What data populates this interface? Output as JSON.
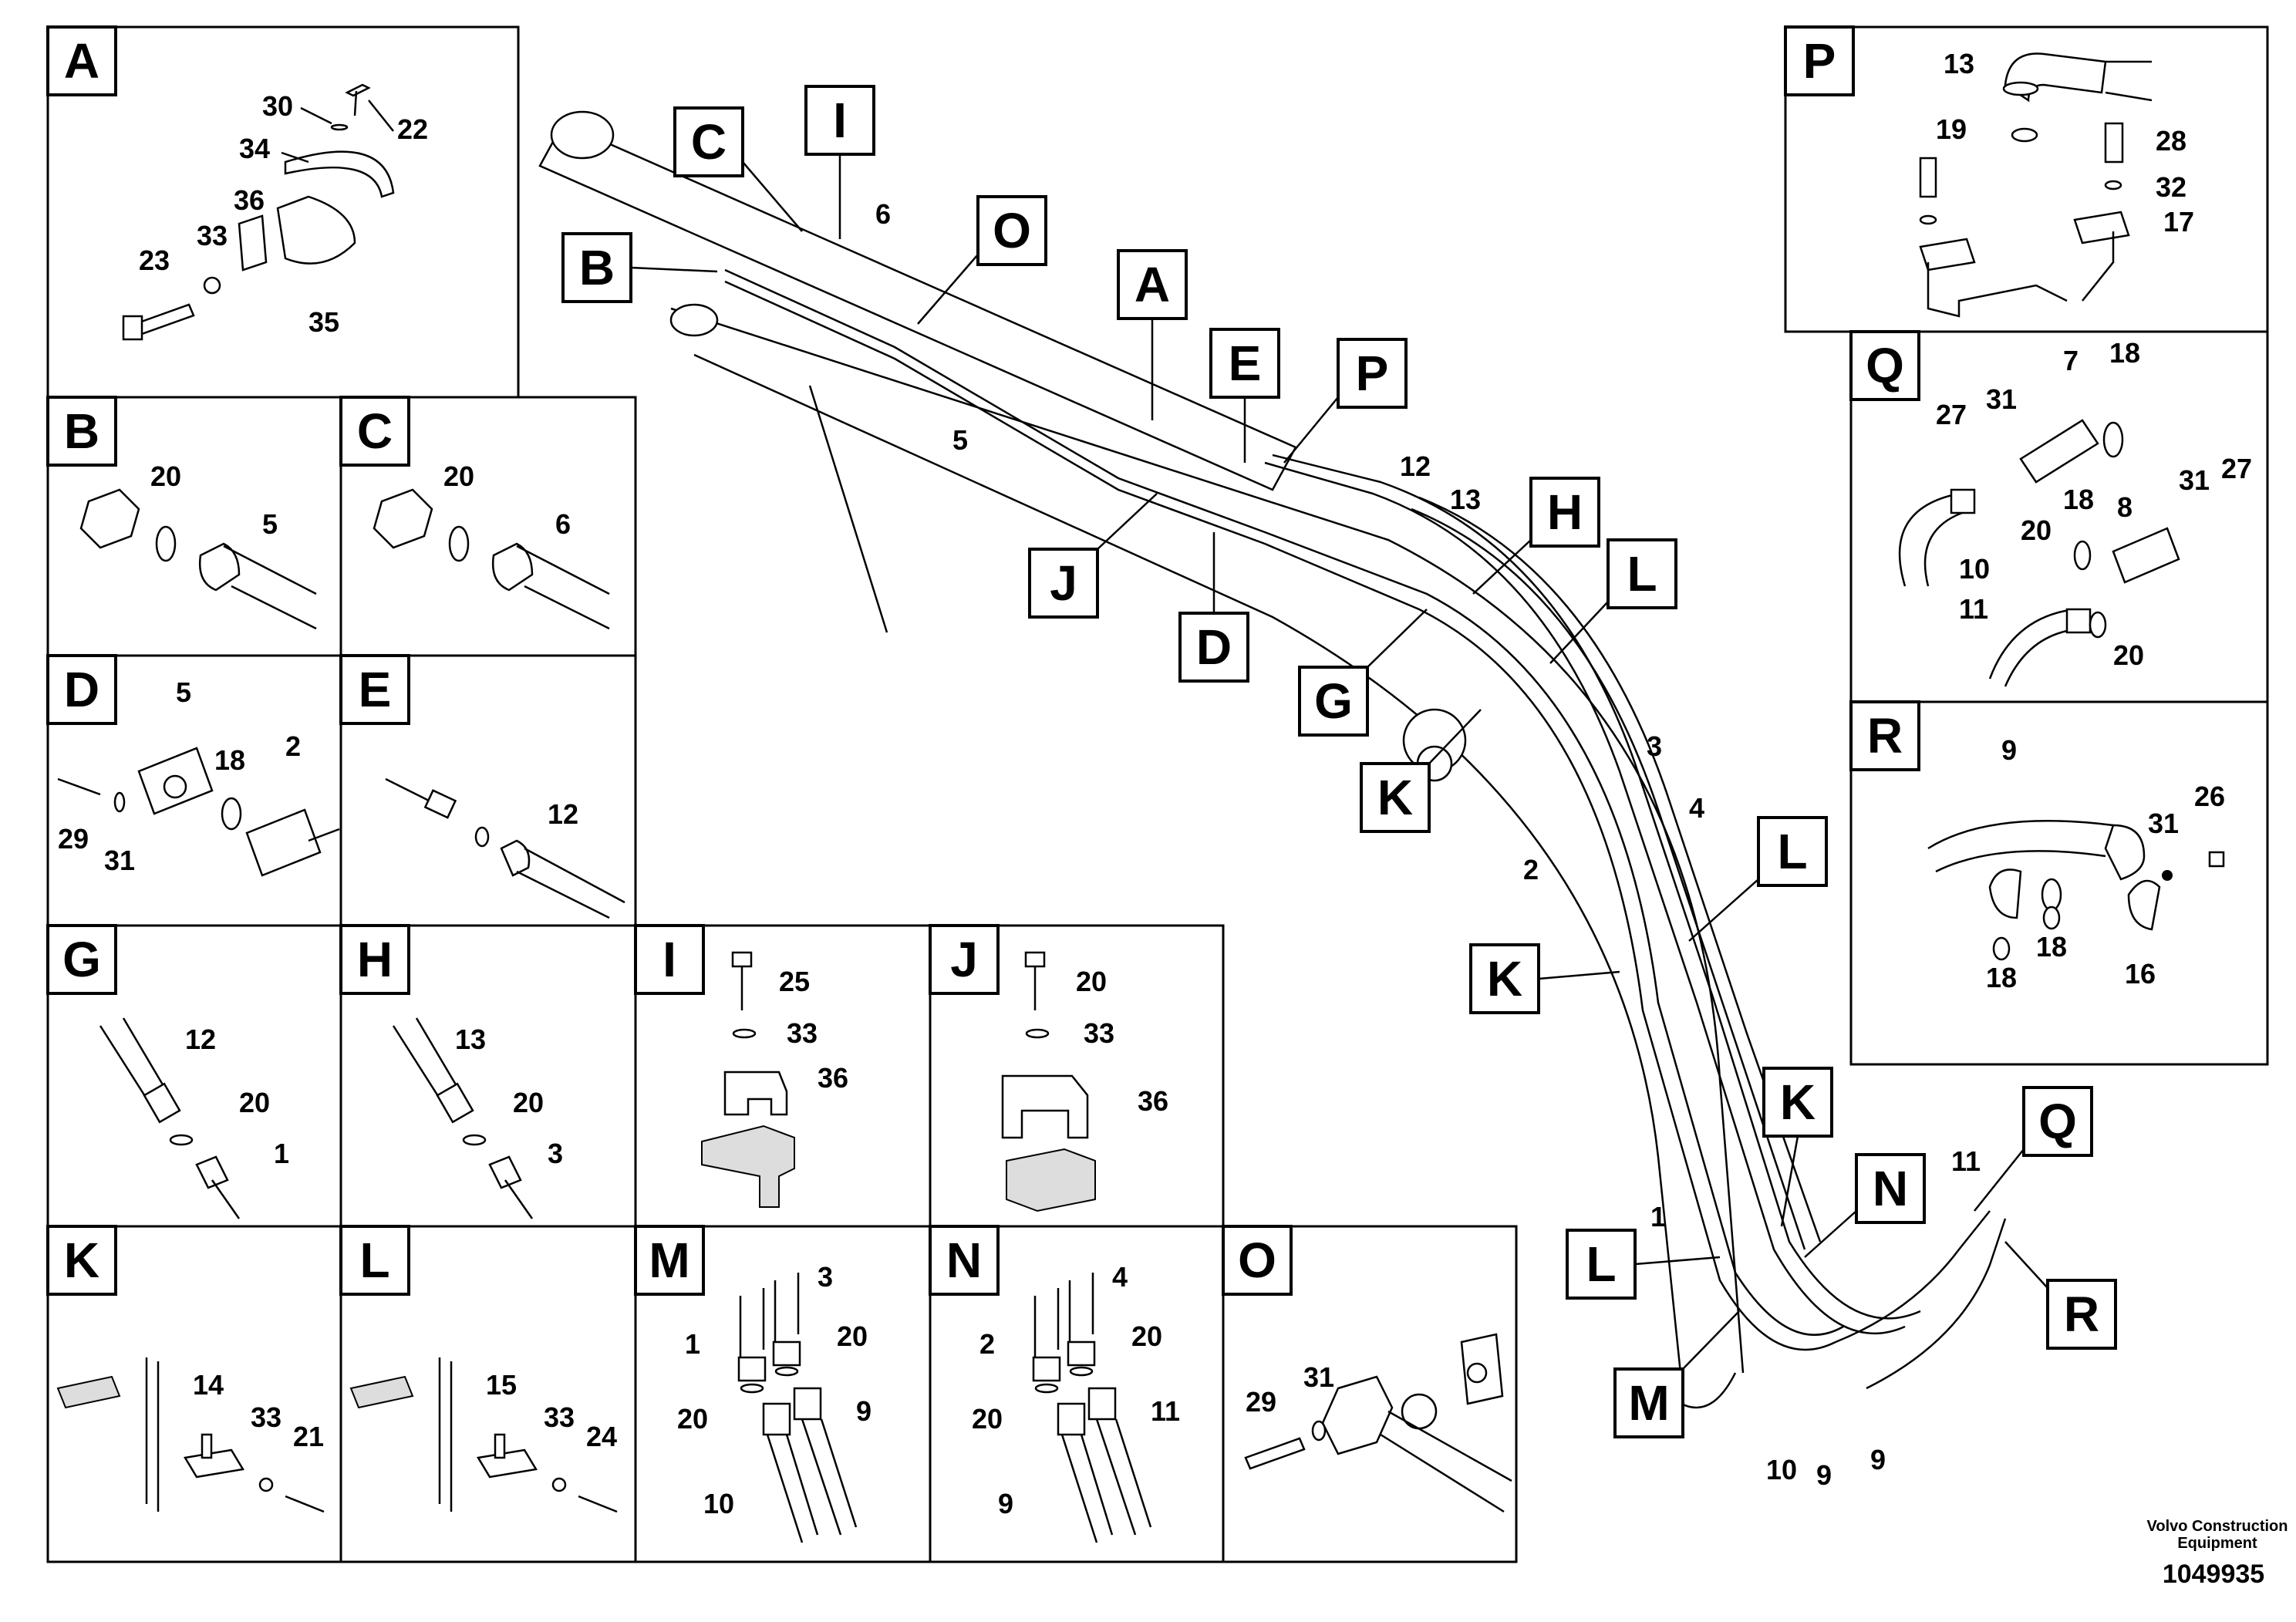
{
  "panels": {
    "A": {
      "tag": "A",
      "callouts": [
        "30",
        "22",
        "34",
        "36",
        "33",
        "23",
        "35"
      ]
    },
    "B": {
      "tag": "B",
      "callouts": [
        "20",
        "5"
      ]
    },
    "C": {
      "tag": "C",
      "callouts": [
        "20",
        "6"
      ]
    },
    "D": {
      "tag": "D",
      "callouts": [
        "5",
        "18",
        "2",
        "29",
        "31"
      ]
    },
    "E": {
      "tag": "E",
      "callouts": [
        "12"
      ]
    },
    "G": {
      "tag": "G",
      "callouts": [
        "12",
        "20",
        "1"
      ]
    },
    "H": {
      "tag": "H",
      "callouts": [
        "13",
        "20",
        "3"
      ]
    },
    "I": {
      "tag": "I",
      "callouts": [
        "25",
        "33",
        "36"
      ]
    },
    "J": {
      "tag": "J",
      "callouts": [
        "20",
        "33",
        "36"
      ]
    },
    "K": {
      "tag": "K",
      "callouts": [
        "14",
        "33",
        "21"
      ]
    },
    "L": {
      "tag": "L",
      "callouts": [
        "15",
        "33",
        "24"
      ]
    },
    "M": {
      "tag": "M",
      "callouts": [
        "3",
        "1",
        "20",
        "20",
        "9",
        "10"
      ]
    },
    "N": {
      "tag": "N",
      "callouts": [
        "4",
        "2",
        "20",
        "20",
        "11",
        "9"
      ]
    },
    "O": {
      "tag": "O",
      "callouts": [
        "29",
        "31"
      ]
    },
    "P": {
      "tag": "P",
      "callouts": [
        "13",
        "19",
        "28",
        "32",
        "17"
      ]
    },
    "Q": {
      "tag": "Q",
      "callouts": [
        "27",
        "31",
        "7",
        "18",
        "20",
        "10",
        "18",
        "8",
        "31",
        "27",
        "11",
        "20"
      ]
    },
    "R": {
      "tag": "R",
      "callouts": [
        "9",
        "31",
        "26",
        "18",
        "18",
        "16"
      ]
    }
  },
  "main": {
    "tags": [
      "C",
      "I",
      "B",
      "O",
      "A",
      "E",
      "P",
      "J",
      "D",
      "H",
      "L",
      "G",
      "K",
      "L",
      "K",
      "K",
      "N",
      "Q",
      "L",
      "M",
      "R"
    ],
    "callouts": [
      "6",
      "5",
      "12",
      "13",
      "3",
      "4",
      "2",
      "1",
      "10",
      "9",
      "9",
      "11"
    ]
  },
  "footer": {
    "brand_line1": "Volvo Construction",
    "brand_line2": "Equipment",
    "doc_number": "1049935"
  }
}
